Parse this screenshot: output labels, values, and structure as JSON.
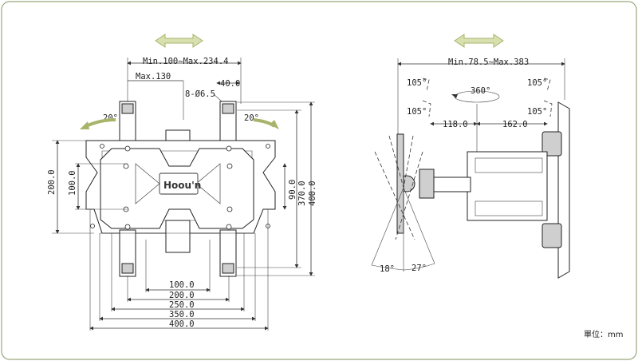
{
  "front_view": {
    "width_range": "Min.100~Max.234.4",
    "max_130": "Max.130",
    "hole_40": "40.0",
    "holes": "8-Ø6.5",
    "tilt_left": "20°",
    "tilt_right": "20°",
    "h_200": "200.0",
    "h_100": "100.0",
    "h_90": "90.0",
    "h_370": "370.0",
    "h_400": "400.0",
    "w_100": "100.0",
    "w_200": "200.0",
    "w_250": "250.0",
    "w_350": "350.0",
    "w_400": "400.0",
    "logo": "Hoou'n"
  },
  "side_view": {
    "extension": "Min.78.5~Max.383",
    "swivel_360": "360°",
    "left_105_top": "105°",
    "left_105_bottom": "105°",
    "right_105_top": "105°",
    "right_105_bottom": "105°",
    "arm_118": "118.0",
    "arm_162": "162.0",
    "tilt_18": "18°",
    "tilt_27": "27°"
  },
  "unit_label": "單位：mm",
  "colors": {
    "arrow_fill": "#d8e0b0",
    "arrow_stroke": "#a7b46a",
    "border": "#9aa67a"
  }
}
